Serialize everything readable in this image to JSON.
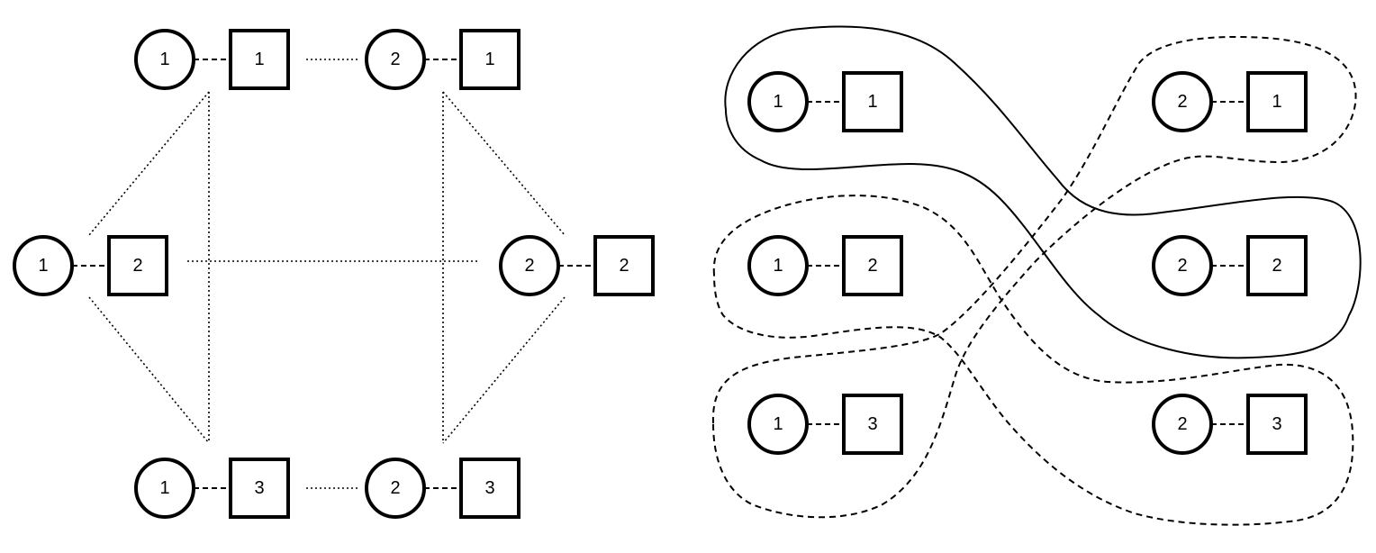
{
  "left_graph": {
    "pairs": [
      {
        "id": "1-1",
        "circle": "1",
        "square": "1"
      },
      {
        "id": "2-1",
        "circle": "2",
        "square": "1"
      },
      {
        "id": "1-2",
        "circle": "1",
        "square": "2"
      },
      {
        "id": "2-2",
        "circle": "2",
        "square": "2"
      },
      {
        "id": "1-3",
        "circle": "1",
        "square": "3"
      },
      {
        "id": "2-3",
        "circle": "2",
        "square": "3"
      }
    ],
    "edges": [
      [
        "1-1",
        "2-1"
      ],
      [
        "1-3",
        "2-3"
      ],
      [
        "1-2",
        "2-2"
      ],
      [
        "1-1",
        "1-2"
      ],
      [
        "1-2",
        "1-3"
      ],
      [
        "1-1",
        "1-3"
      ],
      [
        "2-1",
        "2-2"
      ],
      [
        "2-2",
        "2-3"
      ],
      [
        "2-1",
        "2-3"
      ]
    ]
  },
  "right_graph": {
    "pairs": [
      {
        "id": "1-1",
        "circle": "1",
        "square": "1"
      },
      {
        "id": "2-1",
        "circle": "2",
        "square": "1"
      },
      {
        "id": "1-2",
        "circle": "1",
        "square": "2"
      },
      {
        "id": "2-2",
        "circle": "2",
        "square": "2"
      },
      {
        "id": "1-3",
        "circle": "1",
        "square": "3"
      },
      {
        "id": "2-3",
        "circle": "2",
        "square": "3"
      }
    ],
    "groups": [
      {
        "id": "group-a",
        "style": "solid",
        "members": [
          "1-1",
          "2-2"
        ]
      },
      {
        "id": "group-b",
        "style": "dashed",
        "members": [
          "2-1",
          "1-3"
        ]
      },
      {
        "id": "group-c",
        "style": "dashed",
        "members": [
          "1-2",
          "2-3"
        ]
      }
    ]
  }
}
